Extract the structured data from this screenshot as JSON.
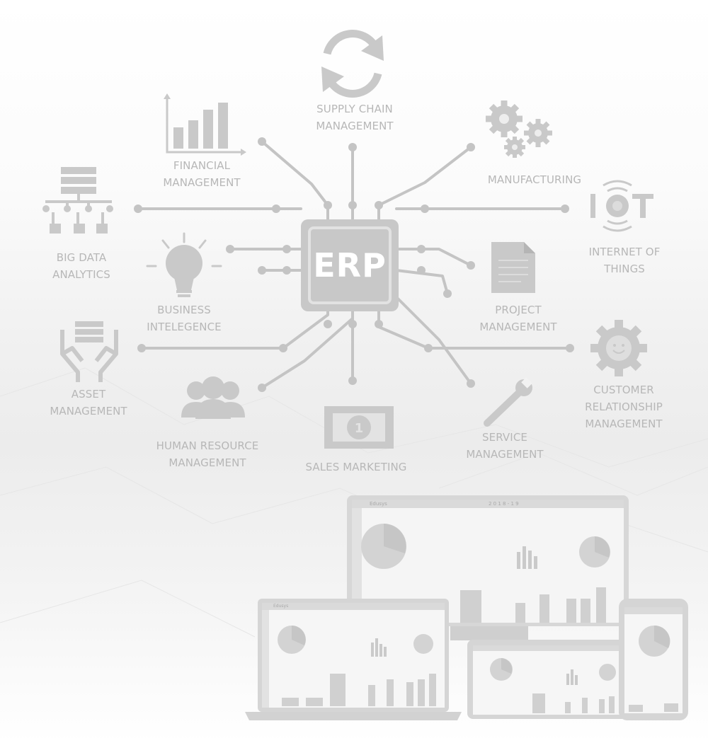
{
  "center": {
    "label": "ERP"
  },
  "modules": [
    {
      "id": "supply-chain",
      "lines": [
        "SUPPLY CHAIN",
        "MANAGEMENT"
      ]
    },
    {
      "id": "financial",
      "lines": [
        "FINANCIAL",
        "MANAGEMENT"
      ]
    },
    {
      "id": "manufacturing",
      "lines": [
        "MANUFACTURING"
      ]
    },
    {
      "id": "big-data",
      "lines": [
        "BIG DATA",
        "ANALYTICS"
      ]
    },
    {
      "id": "iot",
      "lines": [
        "INTERNET OF",
        "THINGS"
      ]
    },
    {
      "id": "business-intelligence",
      "lines": [
        "BUSINESS",
        "INTELEGENCE"
      ]
    },
    {
      "id": "project",
      "lines": [
        "PROJECT",
        "MANAGEMENT"
      ]
    },
    {
      "id": "asset",
      "lines": [
        "ASSET",
        "MANAGEMENT"
      ]
    },
    {
      "id": "crm",
      "lines": [
        "CUSTOMER",
        "RELATIONSHIP",
        "MANAGEMENT"
      ]
    },
    {
      "id": "human-resource",
      "lines": [
        "HUMAN RESOURCE",
        "MANAGEMENT"
      ]
    },
    {
      "id": "sales-marketing",
      "lines": [
        "SALES MARKETING"
      ]
    },
    {
      "id": "service",
      "lines": [
        "SERVICE",
        "MANAGEMENT"
      ]
    }
  ],
  "devices": {
    "app_name": "Edusys",
    "toolbar_text": "2 0 1 8 - 1 9"
  },
  "colors": {
    "label": "#b7b7b7",
    "icon": "#c9c9c9",
    "chip": "#c8c8c8",
    "trace": "#c4c4c4"
  }
}
